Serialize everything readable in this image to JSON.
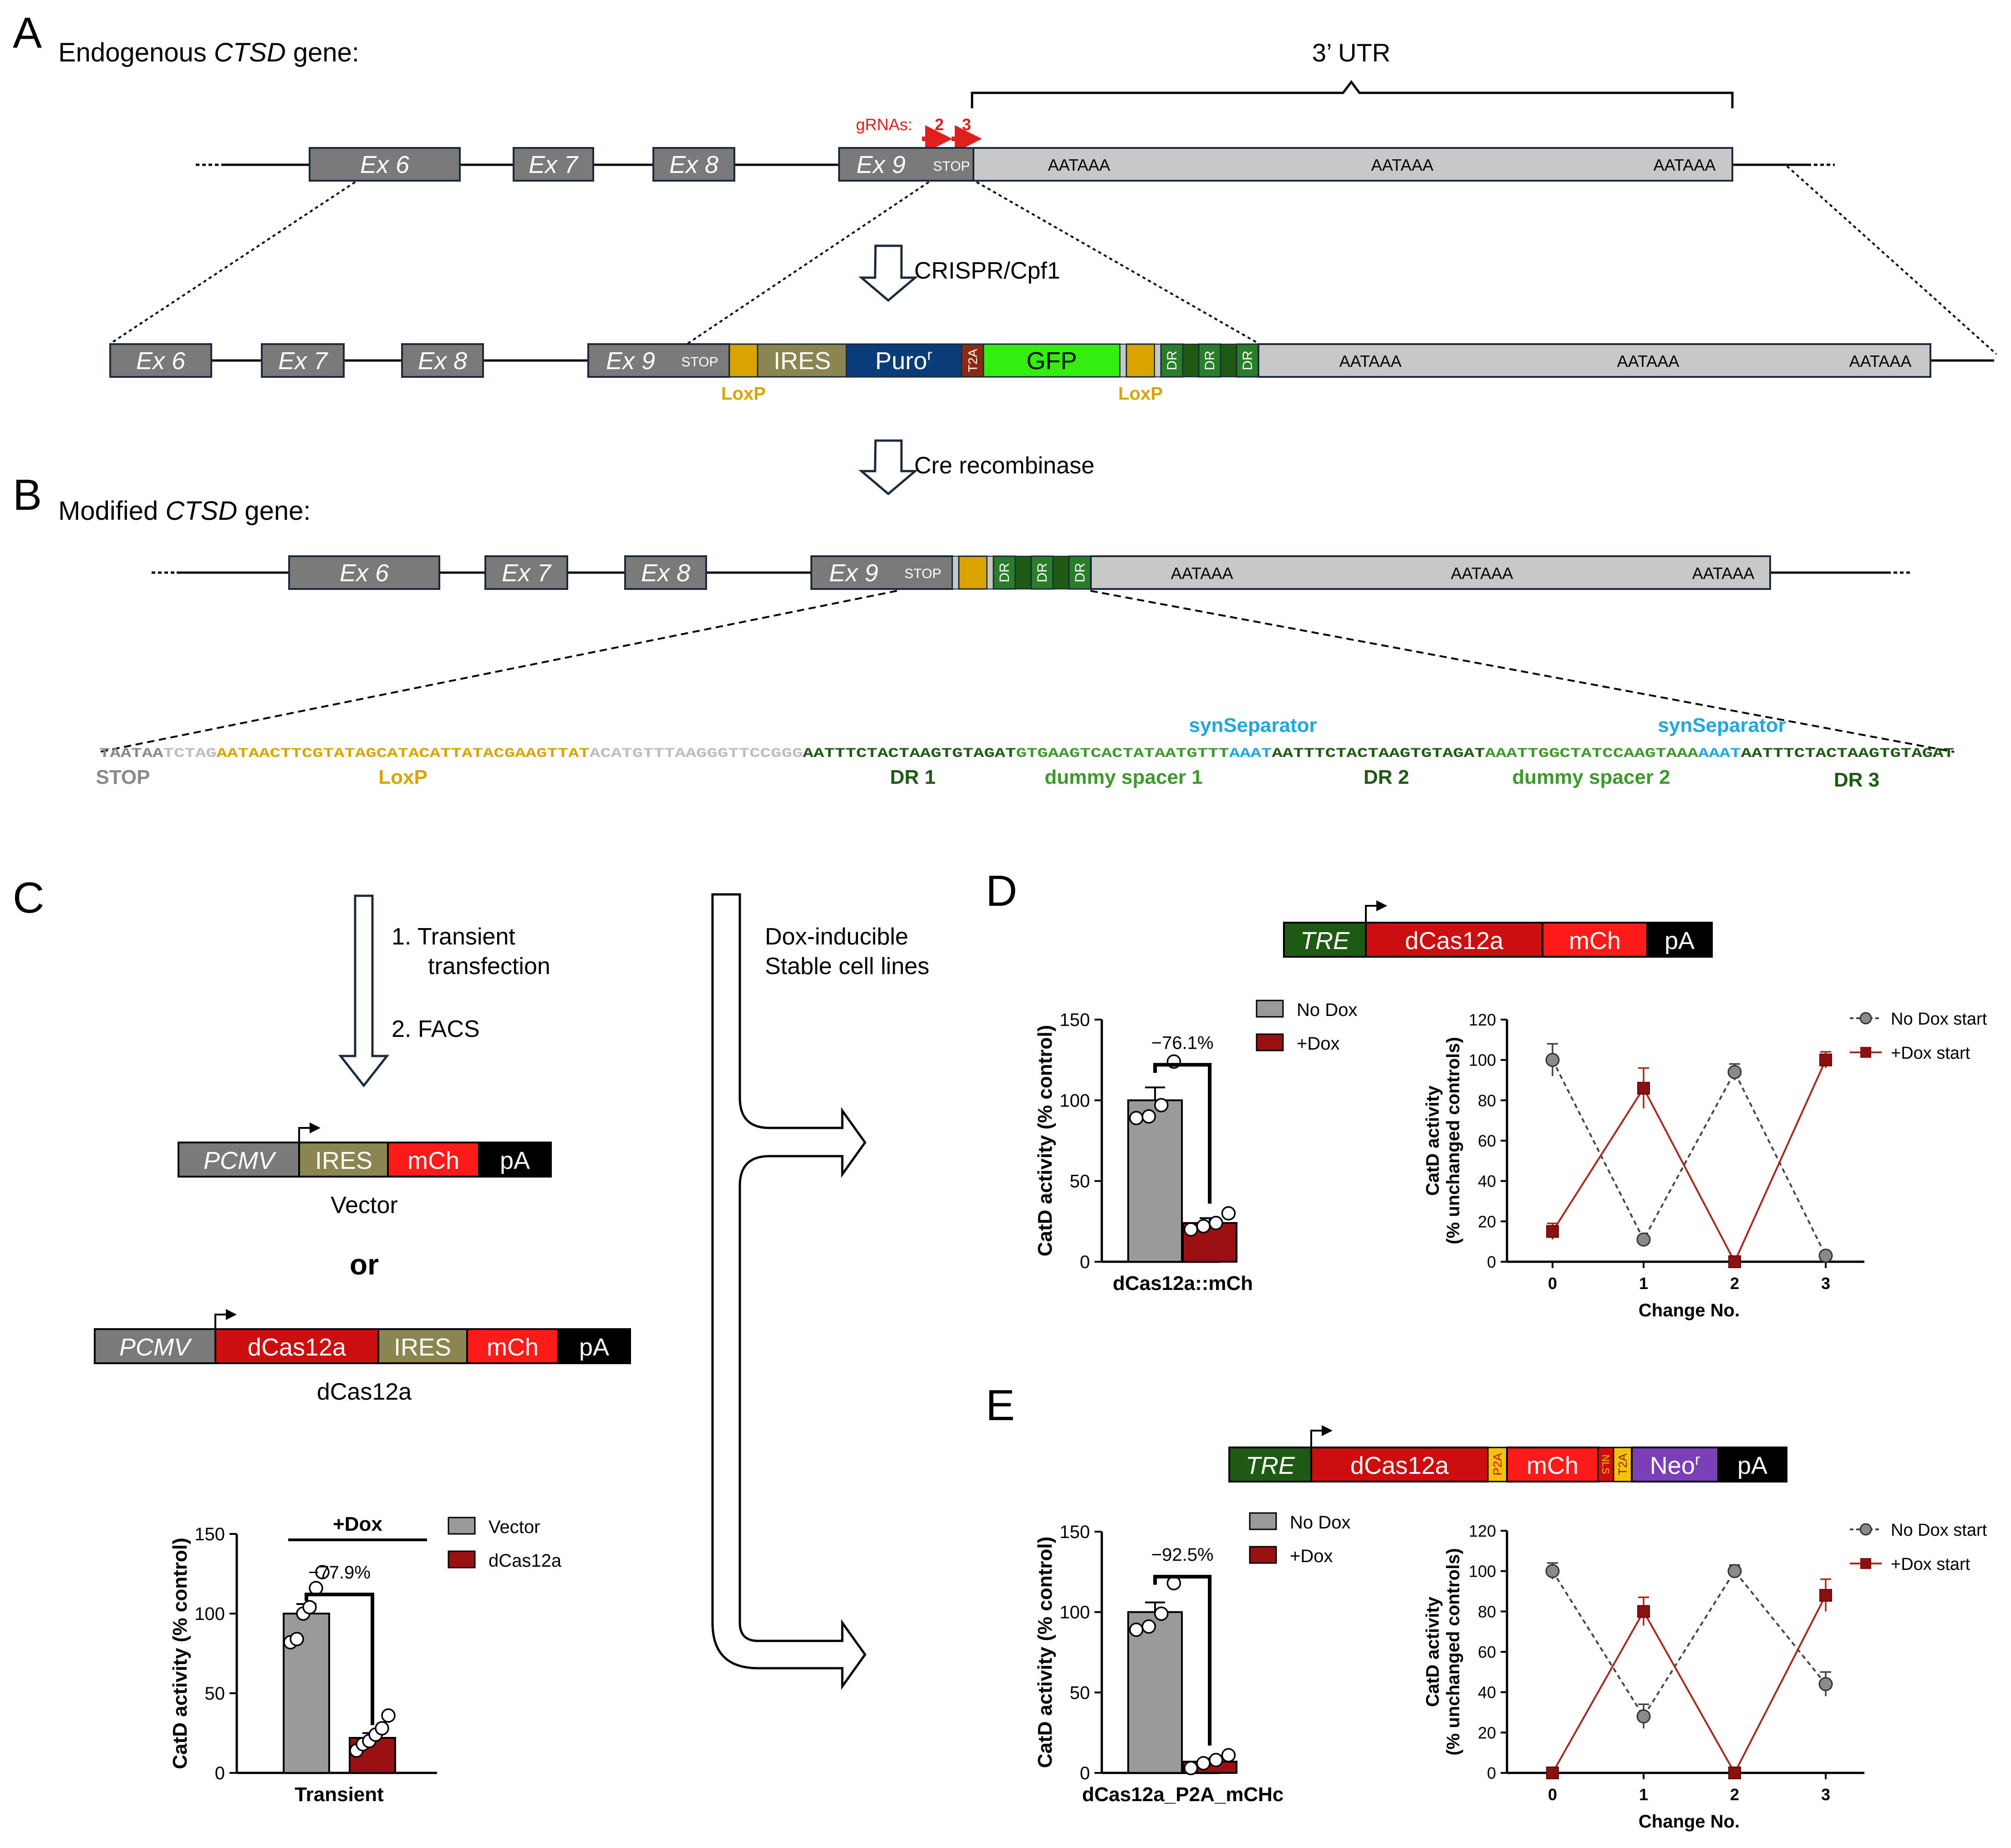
{
  "panels": {
    "a": "A",
    "b": "B",
    "c": "C",
    "d": "D",
    "e": "E"
  },
  "panel_a": {
    "title_pre": "Endogenous ",
    "title_gene": "CTSD",
    "title_post": " gene:",
    "utr": "3’ UTR",
    "gRNA_label": "gRNAs:",
    "gRNA_2": "2",
    "gRNA_3": "3",
    "exons": [
      "Ex 6",
      "Ex 7",
      "Ex 8",
      "Ex 9"
    ],
    "stop": "STOP",
    "polyA": "AATAAA",
    "crispr": "CRISPR/Cpf1",
    "cassette": {
      "ires": "IRES",
      "puro": "Puro",
      "puro_sup": "r",
      "t2a": "T2A",
      "gfp": "GFP",
      "dr": "DR",
      "loxp": "LoxP"
    },
    "cre": "Cre recombinase"
  },
  "panel_b": {
    "title_pre": "Modified ",
    "title_gene": "CTSD",
    "title_post": " gene:",
    "syn": "synSeparator",
    "seq": [
      {
        "t": "TAATAA",
        "c": "#8a8a8a"
      },
      {
        "t": "TCTAG",
        "c": "#bdbdbd"
      },
      {
        "t": "AATAACTTCGTATAGCATACATTATACGAAGTTAT",
        "c": "#d9a400"
      },
      {
        "t": "ACATGTTTAAGGGTTCCGGG",
        "c": "#bdbdbd"
      },
      {
        "t": "AATTTCTACTAAGTGTAGAT",
        "c": "#1e5a14"
      },
      {
        "t": "GTGAAGTCACTATAATGTTT",
        "c": "#3b9a2a"
      },
      {
        "t": "AAAT",
        "c": "#1fa8e0"
      },
      {
        "t": "AATTTCTACTAAGTGTAGAT",
        "c": "#1e5a14"
      },
      {
        "t": "AAATTGGCTATCCAAGTAAA",
        "c": "#3b9a2a"
      },
      {
        "t": "AAAT",
        "c": "#1fa8e0"
      },
      {
        "t": "AATTTCTACTAAGTGTAGAT",
        "c": "#1e5a14"
      }
    ],
    "labels": {
      "stop": "STOP",
      "loxp": "LoxP",
      "dr1": "DR 1",
      "spacer1": "dummy spacer 1",
      "dr2": "DR 2",
      "spacer2": "dummy spacer 2",
      "dr3": "DR 3"
    }
  },
  "panel_c": {
    "step1a": "1. Transient",
    "step1b": "transfection",
    "step2": "2. FACS",
    "pcmv": "PCMV",
    "ires": "IRES",
    "mch": "mCh",
    "pa": "pA",
    "dcas": "dCas12a",
    "vector_label": "Vector",
    "or": "or",
    "dcas_label": "dCas12a",
    "stable_a": "Dox-inducible",
    "stable_b": "Stable cell lines"
  },
  "panel_d": {
    "tre": "TRE",
    "dcas": "dCas12a",
    "mch": "mCh",
    "pa": "pA"
  },
  "panel_e": {
    "tre": "TRE",
    "dcas": "dCas12a",
    "p2a": "P2A",
    "mch": "mCh",
    "nls": "NLS",
    "t2a": "T2A",
    "neo": "Neo",
    "neo_sup": "r",
    "pa": "pA"
  },
  "chart_data": [
    {
      "type": "bar",
      "id": "c_bar",
      "top_label": "+Dox",
      "categories": [
        "Vector",
        "dCas12a"
      ],
      "values": [
        100,
        22
      ],
      "errors": [
        6,
        3
      ],
      "points": [
        [
          82,
          84,
          100,
          104,
          116,
          126
        ],
        [
          14,
          18,
          20,
          24,
          28,
          36
        ]
      ],
      "xlabel": "Transient",
      "ylabel": "CatD activity (% control)",
      "ylim": [
        0,
        150
      ],
      "yticks": [
        0,
        50,
        100,
        150
      ],
      "annotation": "−77.9%",
      "legend": [
        "Vector",
        "dCas12a"
      ],
      "colors": [
        "#9a9a9a",
        "#9b1010"
      ]
    },
    {
      "type": "bar",
      "id": "d_bar",
      "categories": [
        "No Dox",
        "+Dox"
      ],
      "values": [
        100,
        24
      ],
      "errors": [
        8,
        3
      ],
      "points": [
        [
          89,
          90,
          97,
          124
        ],
        [
          20,
          22,
          24,
          30
        ]
      ],
      "xlabel": "dCas12a::mCh",
      "ylabel": "CatD activity (% control)",
      "ylim": [
        0,
        150
      ],
      "yticks": [
        0,
        50,
        100,
        150
      ],
      "annotation": "−76.1%",
      "legend": [
        "No Dox",
        "+Dox"
      ],
      "colors": [
        "#9a9a9a",
        "#9b1010"
      ]
    },
    {
      "type": "line",
      "id": "d_line",
      "x": [
        0,
        1,
        2,
        3
      ],
      "series": [
        {
          "name": "No Dox start",
          "values": [
            100,
            11,
            94,
            3
          ],
          "errors": [
            8,
            1,
            4,
            1
          ]
        },
        {
          "name": "+Dox start",
          "values": [
            15,
            86,
            0,
            100
          ],
          "errors": [
            4,
            10,
            1,
            4
          ]
        }
      ],
      "xlabel": "Change No.",
      "ylabel_1": "CatD activity",
      "ylabel_2": "(% unchanged controls)",
      "ylim": [
        0,
        120
      ],
      "yticks": [
        0,
        20,
        40,
        60,
        80,
        100,
        120
      ],
      "xticks": [
        0,
        1,
        2,
        3
      ]
    },
    {
      "type": "bar",
      "id": "e_bar",
      "categories": [
        "No Dox",
        "+Dox"
      ],
      "values": [
        100,
        7
      ],
      "errors": [
        6,
        2
      ],
      "points": [
        [
          89,
          91,
          99,
          118
        ],
        [
          3,
          6,
          8,
          11
        ]
      ],
      "xlabel": "dCas12a_P2A_mCHc",
      "ylabel": "CatD activity (% control)",
      "ylim": [
        0,
        150
      ],
      "yticks": [
        0,
        50,
        100,
        150
      ],
      "annotation": "−92.5%",
      "legend": [
        "No Dox",
        "+Dox"
      ],
      "colors": [
        "#9a9a9a",
        "#9b1010"
      ]
    },
    {
      "type": "line",
      "id": "e_line",
      "x": [
        0,
        1,
        2,
        3
      ],
      "series": [
        {
          "name": "No Dox start",
          "values": [
            100,
            28,
            100,
            44
          ],
          "errors": [
            4,
            6,
            3,
            6
          ]
        },
        {
          "name": "+Dox start",
          "values": [
            0,
            80,
            0,
            88
          ],
          "errors": [
            2,
            7,
            1,
            8
          ]
        }
      ],
      "xlabel": "Change No.",
      "ylabel_1": "CatD activity",
      "ylabel_2": "(% unchanged controls)",
      "ylim": [
        0,
        120
      ],
      "yticks": [
        0,
        20,
        40,
        60,
        80,
        100,
        120
      ],
      "xticks": [
        0,
        1,
        2,
        3
      ]
    }
  ]
}
